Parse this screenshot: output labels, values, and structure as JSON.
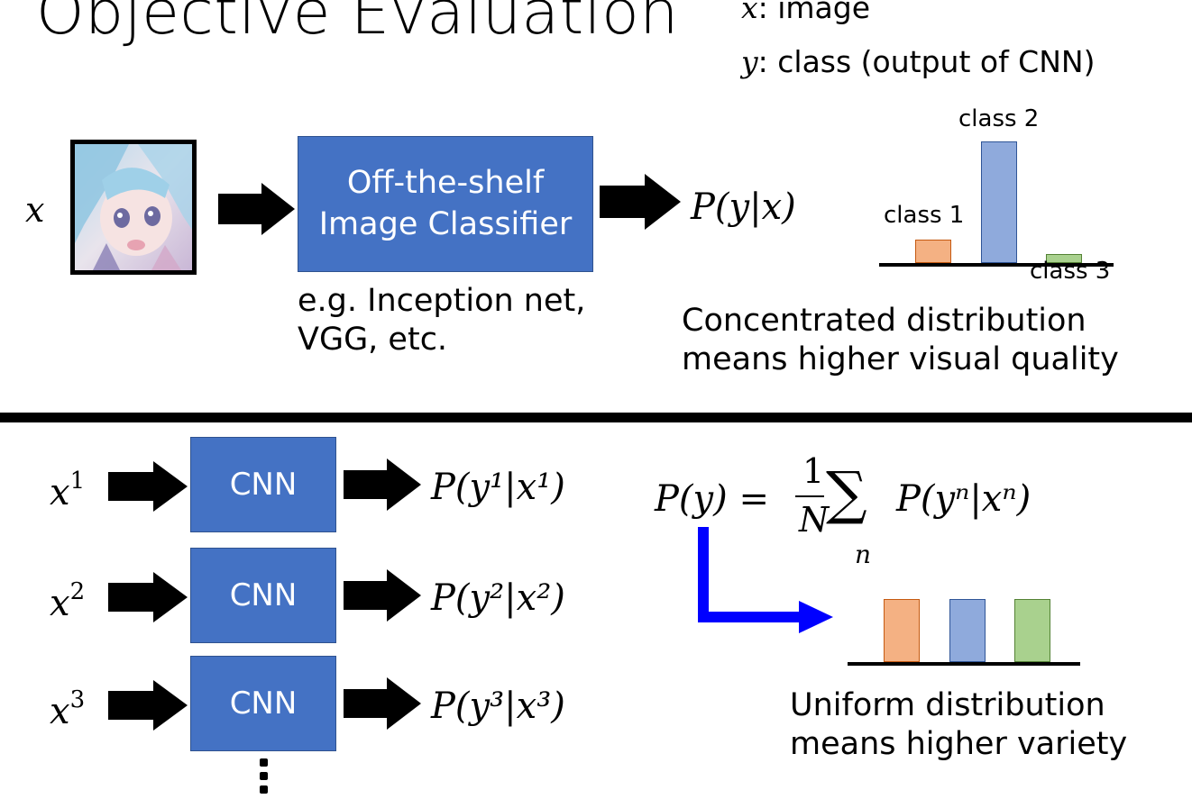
{
  "title": "Objective Evaluation",
  "legend": {
    "x_symbol": "x",
    "x_text": ": image",
    "y_symbol": "y",
    "y_text": ": class (output of CNN)"
  },
  "top": {
    "input_symbol": "x",
    "classifier_line1": "Off-the-shelf",
    "classifier_line2": "Image Classifier",
    "output_expr": "P(y|x)",
    "examples_line1": "e.g. Inception net,",
    "examples_line2": "VGG, etc.",
    "conclusion_line1": "Concentrated distribution",
    "conclusion_line2": "means higher visual quality"
  },
  "chart_data": [
    {
      "type": "bar",
      "categories": [
        "class 1",
        "class 2",
        "class 3"
      ],
      "values": [
        0.18,
        0.95,
        0.07
      ],
      "ylim": [
        0,
        1
      ],
      "colors": [
        "#f4b183",
        "#8faadc",
        "#a9d18e"
      ],
      "border_colors": [
        "#c55a11",
        "#2f5597",
        "#548235"
      ],
      "grid": false,
      "axes": "baseline only"
    },
    {
      "type": "bar",
      "categories": [
        "",
        "",
        ""
      ],
      "values": [
        0.33,
        0.33,
        0.33
      ],
      "ylim": [
        0,
        0.45
      ],
      "colors": [
        "#f4b183",
        "#8faadc",
        "#a9d18e"
      ],
      "border_colors": [
        "#c55a11",
        "#2f5597",
        "#548235"
      ],
      "grid": false,
      "axes": "baseline only"
    }
  ],
  "bottom": {
    "rows": [
      {
        "input_base": "x",
        "input_sup": "1",
        "box_label": "CNN",
        "output": "P(y¹|x¹)"
      },
      {
        "input_base": "x",
        "input_sup": "2",
        "box_label": "CNN",
        "output": "P(y²|x²)"
      },
      {
        "input_base": "x",
        "input_sup": "3",
        "box_label": "CNN",
        "output": "P(y³|x³)"
      }
    ],
    "formula": {
      "lhs": "P(y) =",
      "numerator": "1",
      "denominator": "N",
      "sum_symbol": "∑",
      "sum_index": "n",
      "term": "P(yⁿ|xⁿ)"
    },
    "conclusion_line1": "Uniform distribution",
    "conclusion_line2": "means higher variety"
  },
  "colors": {
    "box_fill": "#4472c4",
    "box_border": "#2f528f",
    "pointer_arrow": "#0000ff",
    "text": "#000000"
  },
  "icons": {
    "flow_arrow": "black-right-arrow",
    "pointer": "blue-elbow-arrow",
    "continuation": "vertical-ellipsis"
  }
}
